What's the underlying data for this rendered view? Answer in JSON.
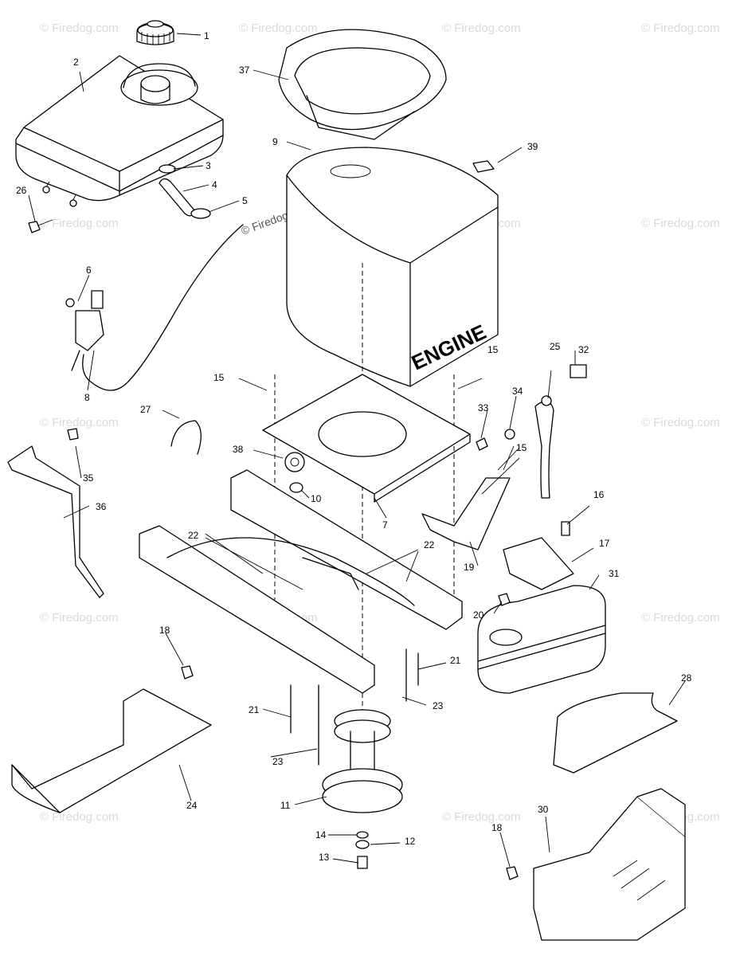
{
  "diagram": {
    "engine_label": "ENGINE",
    "watermark_text": "© Firedog.com",
    "parts": [
      {
        "number": "1"
      },
      {
        "number": "2"
      },
      {
        "number": "3"
      },
      {
        "number": "4"
      },
      {
        "number": "5"
      },
      {
        "number": "6"
      },
      {
        "number": "7"
      },
      {
        "number": "8"
      },
      {
        "number": "9"
      },
      {
        "number": "10"
      },
      {
        "number": "11"
      },
      {
        "number": "12"
      },
      {
        "number": "13"
      },
      {
        "number": "14"
      },
      {
        "number": "15"
      },
      {
        "number": "16"
      },
      {
        "number": "17"
      },
      {
        "number": "18"
      },
      {
        "number": "19"
      },
      {
        "number": "20"
      },
      {
        "number": "21"
      },
      {
        "number": "22"
      },
      {
        "number": "23"
      },
      {
        "number": "24"
      },
      {
        "number": "25"
      },
      {
        "number": "26"
      },
      {
        "number": "27"
      },
      {
        "number": "28"
      },
      {
        "number": "30"
      },
      {
        "number": "31"
      },
      {
        "number": "32"
      },
      {
        "number": "33"
      },
      {
        "number": "34"
      },
      {
        "number": "35"
      },
      {
        "number": "36"
      },
      {
        "number": "37"
      },
      {
        "number": "38"
      },
      {
        "number": "39"
      }
    ]
  }
}
